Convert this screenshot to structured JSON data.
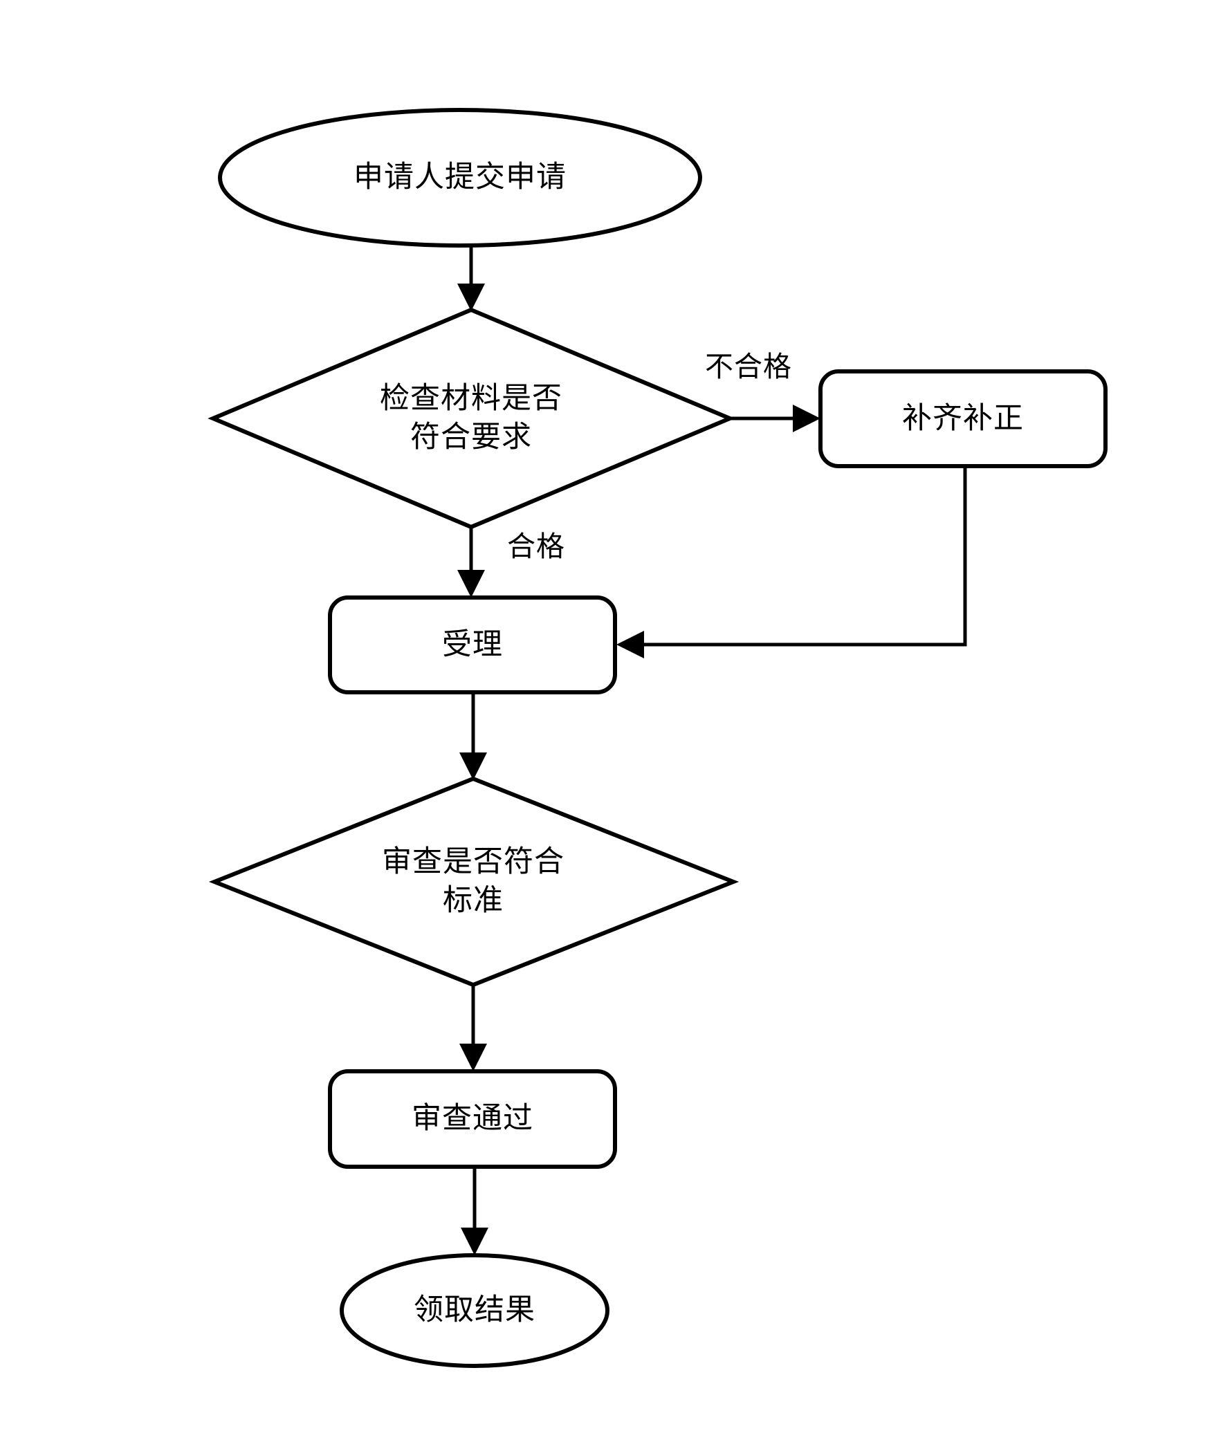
{
  "diagram": {
    "type": "flowchart",
    "orientation": "top-to-bottom",
    "background_color": "#ffffff",
    "line_color": "#000000",
    "text_color": "#000000",
    "nodes": [
      {
        "id": "start",
        "shape": "ellipse",
        "label": "申请人提交申请",
        "role": "start-terminator"
      },
      {
        "id": "check-materials",
        "shape": "diamond",
        "label": "检查材料是否\n符合要求",
        "role": "decision"
      },
      {
        "id": "supplement",
        "shape": "rounded-rectangle",
        "label": "补齐补正",
        "role": "process"
      },
      {
        "id": "accept",
        "shape": "rounded-rectangle",
        "label": "受理",
        "role": "process"
      },
      {
        "id": "review-standard",
        "shape": "diamond",
        "label": "审查是否符合\n标准",
        "role": "decision"
      },
      {
        "id": "review-passed",
        "shape": "rounded-rectangle",
        "label": "审查通过",
        "role": "process"
      },
      {
        "id": "collect-result",
        "shape": "ellipse",
        "label": "领取结果",
        "role": "end-terminator"
      }
    ],
    "edges": [
      {
        "id": "e1",
        "from": "start",
        "to": "check-materials",
        "label": ""
      },
      {
        "id": "e2",
        "from": "check-materials",
        "to": "supplement",
        "label": "不合格"
      },
      {
        "id": "e3",
        "from": "check-materials",
        "to": "accept",
        "label": "合格"
      },
      {
        "id": "e4",
        "from": "supplement",
        "to": "accept",
        "label": ""
      },
      {
        "id": "e5",
        "from": "accept",
        "to": "review-standard",
        "label": ""
      },
      {
        "id": "e6",
        "from": "review-standard",
        "to": "review-passed",
        "label": ""
      },
      {
        "id": "e7",
        "from": "review-passed",
        "to": "collect-result",
        "label": ""
      }
    ]
  },
  "labels": {
    "start": "申请人提交申请",
    "check_materials": "检查材料是否\n符合要求",
    "supplement": "补齐补正",
    "accept": "受理",
    "review_standard": "审查是否符合\n标准",
    "review_passed": "审查通过",
    "collect_result": "领取结果",
    "edge_fail": "不合格",
    "edge_pass": "合格"
  }
}
